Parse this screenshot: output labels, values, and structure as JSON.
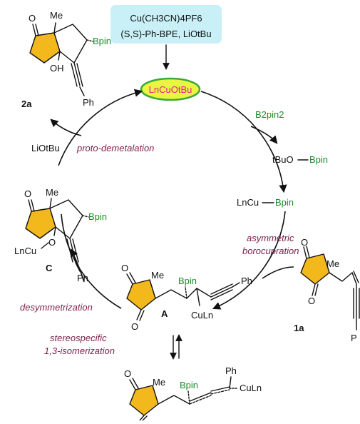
{
  "catalyst_box": {
    "line1": "Cu(CH3CN)4PF6",
    "line2": "(S,S)-Ph-BPE, LiOtBu",
    "color": "#c9f0f7"
  },
  "active_catalyst": {
    "label": "LnCuOtBu",
    "fill": "#e9f542",
    "outline": "#3aa935",
    "text_color": "#e0218a"
  },
  "reagents": {
    "b2pin2": "B2pin2",
    "tbuo_bpin_prefix": "tBuO",
    "bpin": "Bpin",
    "lncu_bpin_prefix": "LnCu",
    "lio_tbu": "LiOtBu"
  },
  "steps": {
    "proto": "proto-demetalation",
    "asym1": "asymmetric",
    "asym2": "borocupration",
    "desym": "desymmetrization",
    "stereo1": "stereospecific",
    "stereo2": "1,3-isomerization"
  },
  "compounds": {
    "c2a": "2a",
    "c1a": "1a",
    "cA": "A",
    "cC": "C"
  },
  "atoms": {
    "O": "O",
    "OH": "OH",
    "Me": "Me",
    "Ph": "Ph",
    "P": "P",
    "CuLn": "CuLn",
    "LnCu": "LnCu",
    "Bpin": "Bpin"
  },
  "colors": {
    "boron_green": "#1f8a2b",
    "step_text": "#7a1f4a",
    "ring_fill": "#f2b81c"
  }
}
